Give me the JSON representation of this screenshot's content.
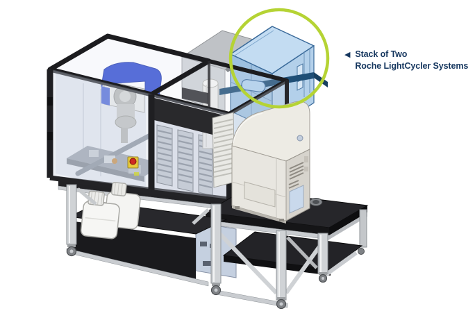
{
  "page": {
    "background": "#ffffff",
    "title": "Lab automation workcell illustration"
  },
  "callout": {
    "arrow_glyph": "◀",
    "line1": "Stack of Two",
    "line2": "Roche LightCycler Systems"
  },
  "colors": {
    "callout_circle_green": "#b5d334",
    "label_navy": "#16375f",
    "highlight_blue_top": "#c3dcf2",
    "highlight_blue_side": "#b3d0ea",
    "highlight_blue_front": "#9dc0e0",
    "highlight_blue_edge": "#3a6a9a",
    "robot_cover_blue": "#2846cf",
    "frame_black": "#1c1c1f",
    "tabletop_black": "#26262a",
    "aluminum_gray": "#d0d3d6",
    "instrument_beige": "#e8e6e0",
    "estop_red": "#cf2a21",
    "estop_yellow": "#e9cb3b"
  },
  "illustration": {
    "type": "3d-cad-render",
    "caption_target": "Stack of Two Roche LightCycler Systems",
    "components": [
      "safety enclosure with clear panels and black frame",
      "robotic module with blue cover",
      "microplate stack towers behind glass door",
      "emergency stop button",
      "robot column",
      "louvered plate hotel",
      "Roche LightCycler instrument (beige)",
      "highlighted translucent blue stacked LightCycler",
      "aluminum frame workbenches with black tops and casters",
      "white reagent carboys on lower shelf",
      "computer tower under bench",
      "cable grommet in tabletop"
    ]
  }
}
